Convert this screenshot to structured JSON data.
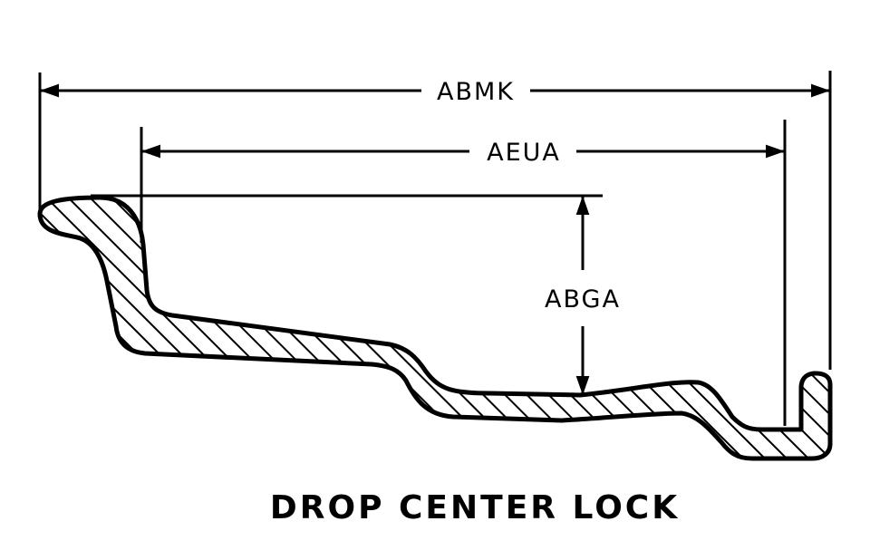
{
  "diagram": {
    "caption": "DROP CENTER LOCK",
    "dimensions": {
      "overall_width": "ABMK",
      "inner_width": "AEUA",
      "depth": "ABGA"
    },
    "colors": {
      "ink": "#000000",
      "paper": "#ffffff"
    }
  }
}
